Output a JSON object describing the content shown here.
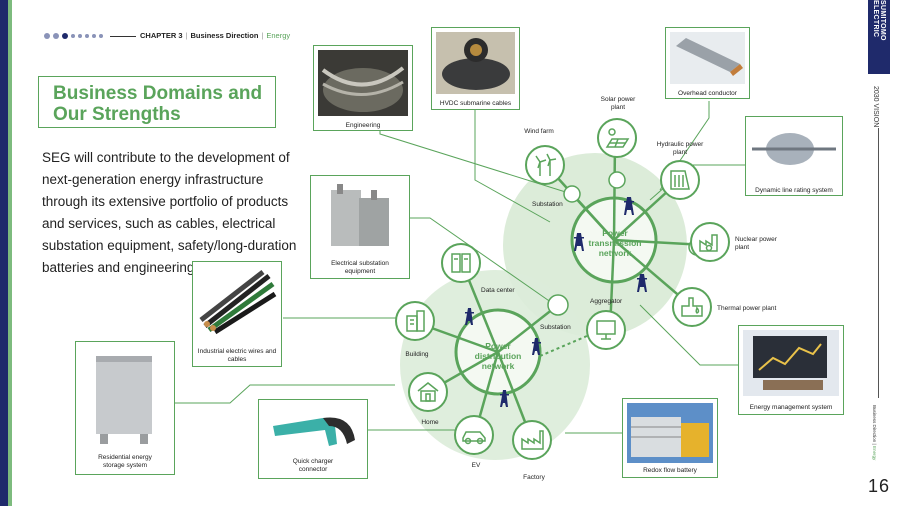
{
  "header": {
    "chapter": "CHAPTER 3",
    "section": "Business Direction",
    "topic": "Energy"
  },
  "side": {
    "brand": "SUMITOMO ELECTRIC",
    "vision": "2030 VISION",
    "footer_section": "Business Direction",
    "footer_topic": "Energy",
    "page_number": "16"
  },
  "title": "Business Domains and\nOur Strengths",
  "intro": "SEG will contribute to the development of next-generation energy infrastructure through its extensive portfolio of products and services, such as cables, electrical substation equipment, safety/long-duration batteries and engineering.",
  "hubs": {
    "transmission": "Power\ntransmission\nnetwork",
    "distribution": "Power\ndistribution\nnetwork"
  },
  "products": {
    "engineering": "Engineering",
    "hvdc": "HVDC submarine cables",
    "overhead": "Overhead conductor",
    "dlr": "Dynamic line rating system",
    "substation_equipment": "Electrical substation\nequipment",
    "wires": "Industrial electric wires and\ncables",
    "ems": "Energy management system",
    "residential": "Residential energy\nstorage system",
    "charger": "Quick charger\nconnector",
    "redox": "Redox flow battery"
  },
  "nodes": {
    "wind": "Wind farm",
    "solar": "Solar power\nplant",
    "hydro": "Hydraulic power\nplant",
    "nuclear": "Nuclear power\nplant",
    "thermal": "Thermal power plant",
    "substation_top": "Substation",
    "substation_mid": "Substation",
    "data_center": "Data center",
    "aggregator": "Aggregator",
    "building": "Building",
    "home": "Home",
    "ev": "EV",
    "factory": "Factory"
  },
  "colors": {
    "navy": "#1f2a6b",
    "green": "#5aa45b",
    "light_green": "#d6ead4"
  }
}
